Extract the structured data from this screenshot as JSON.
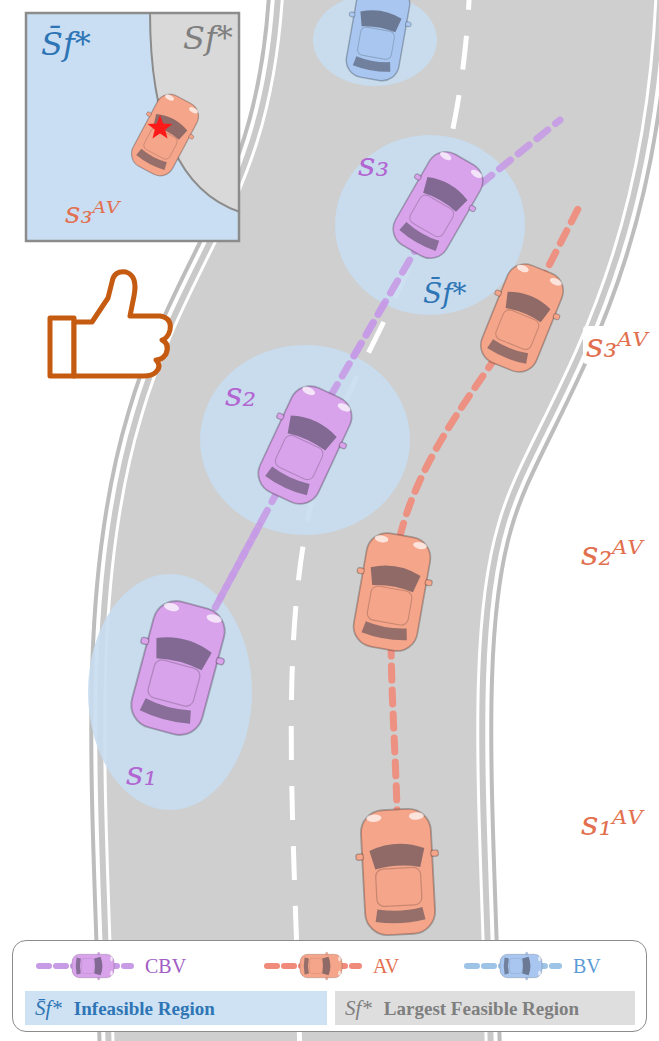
{
  "diagram": {
    "nodes": [
      {
        "text": [
          "S̄f*",
          "Sf*",
          "s₃ᴬⱽ"
        ]
      },
      {
        "text": [
          "s₃",
          "S̄f*"
        ]
      },
      {
        "text": [
          "s₂"
        ]
      },
      {
        "text": [
          "s₁"
        ]
      }
    ],
    "edges": [
      {
        "from": 3,
        "to": 2,
        "arrow": "none"
      },
      {
        "from": 2,
        "to": 1,
        "arrow": "none"
      }
    ],
    "labels": [
      "s₃ᴬⱽ",
      "s₂ᴬⱽ",
      "s₁ᴬⱽ",
      "S̄f*",
      "Sf*"
    ],
    "legend": [
      {
        "text": "CBV"
      },
      {
        "text": "AV"
      },
      {
        "text": "BV"
      },
      {
        "text": "Infeasible Region",
        "color": "#cfe2f3"
      },
      {
        "text": "Largest Feasible Region",
        "color": "#dedede"
      }
    ]
  }
}
